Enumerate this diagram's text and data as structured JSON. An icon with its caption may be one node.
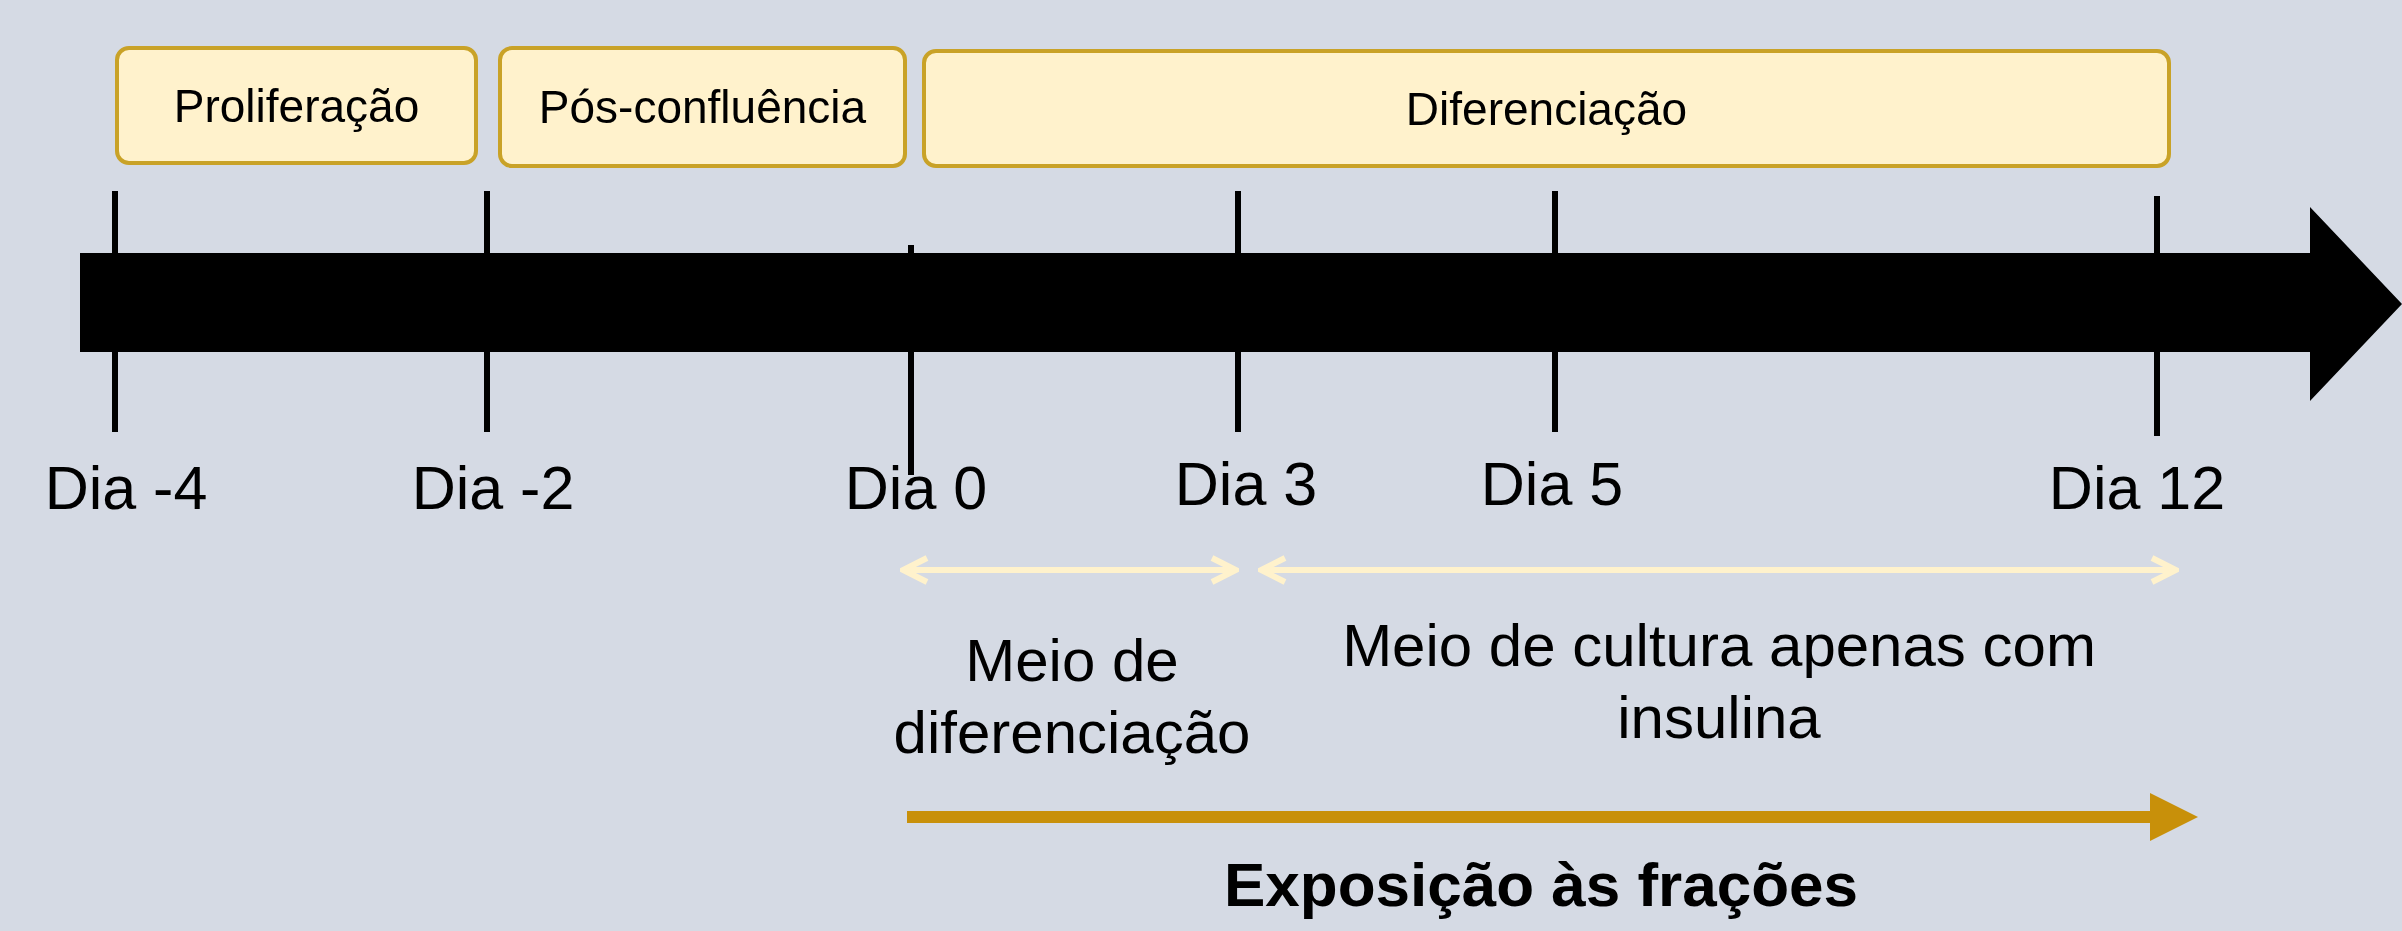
{
  "diagram": {
    "nodes": [
      {
        "text": [
          "Proliferação"
        ]
      },
      {
        "text": [
          "Pós-confluência"
        ]
      },
      {
        "text": [
          "Diferenciação"
        ]
      }
    ],
    "labels": [
      "Dia -4",
      "Dia -2",
      "Dia 0",
      "Dia 3",
      "Dia 5",
      "Dia 12",
      "Meio de diferenciação",
      "Meio de cultura apenas com insulina",
      "Exposição às frações"
    ]
  }
}
